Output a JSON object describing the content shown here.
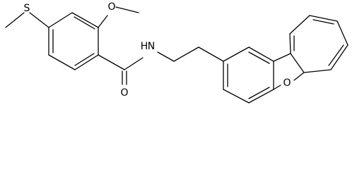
{
  "structure": {
    "atom_labels": {
      "sulfur": "S",
      "methoxy_oxygen": "O",
      "amide_nitrogen": "N",
      "amide_hydrogen": "H",
      "carbonyl_oxygen": "O",
      "furan_oxygen": "O"
    }
  },
  "colors": {
    "background": "#ffffff",
    "ink": "#000000"
  }
}
